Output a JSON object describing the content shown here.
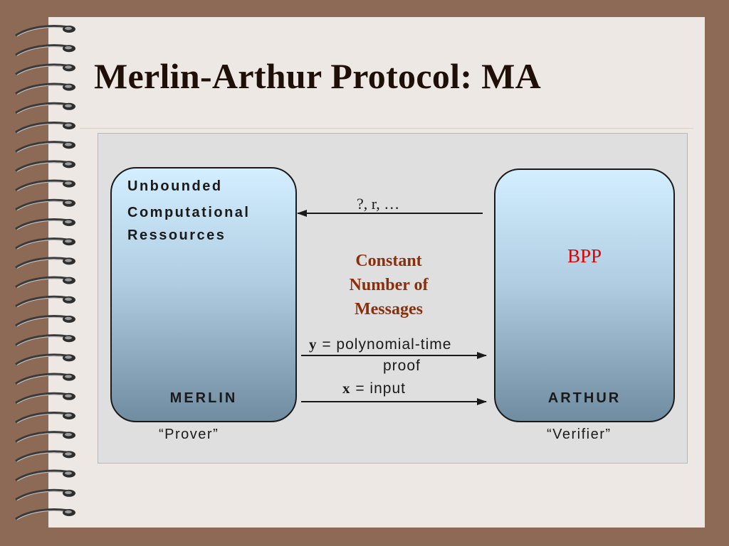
{
  "title": "Merlin-Arthur Protocol: MA",
  "merlin": {
    "resources": [
      "Unbounded",
      "Computational",
      "Ressources"
    ],
    "name": "MERLIN",
    "caption": "“Prover”"
  },
  "arthur": {
    "class": "BPP",
    "name": "ARTHUR",
    "caption": "“Verifier”"
  },
  "center_note": [
    "Constant",
    "Number of",
    "Messages"
  ],
  "arrows": {
    "challenge": "?, r, …",
    "proof_var": "y",
    "proof_text": " = polynomial-time",
    "proof_cont": "proof",
    "input_var": "x",
    "input_text": " = input"
  },
  "colors": {
    "background": "#8c6a55",
    "slide": "#ede8e4",
    "bpp": "#e00000",
    "note": "#8b2e0a",
    "panel_top": "#d2eeff",
    "panel_bottom": "#708ca0"
  }
}
